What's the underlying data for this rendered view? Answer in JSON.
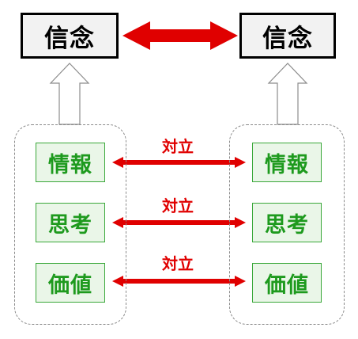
{
  "left": {
    "belief": "信念",
    "items": [
      "情報",
      "思考",
      "価値"
    ]
  },
  "right": {
    "belief": "信念",
    "items": [
      "情報",
      "思考",
      "価値"
    ]
  },
  "relations": [
    {
      "label": "対立"
    },
    {
      "label": "対立"
    },
    {
      "label": "対立"
    }
  ],
  "colors": {
    "opposition_arrow": "#e00000",
    "item_text": "#1e9a1e",
    "item_border": "#3aa83a",
    "item_fill": "#eaf6e8",
    "belief_fill": "#f2f2f2",
    "frame": "#8a8a8a"
  }
}
